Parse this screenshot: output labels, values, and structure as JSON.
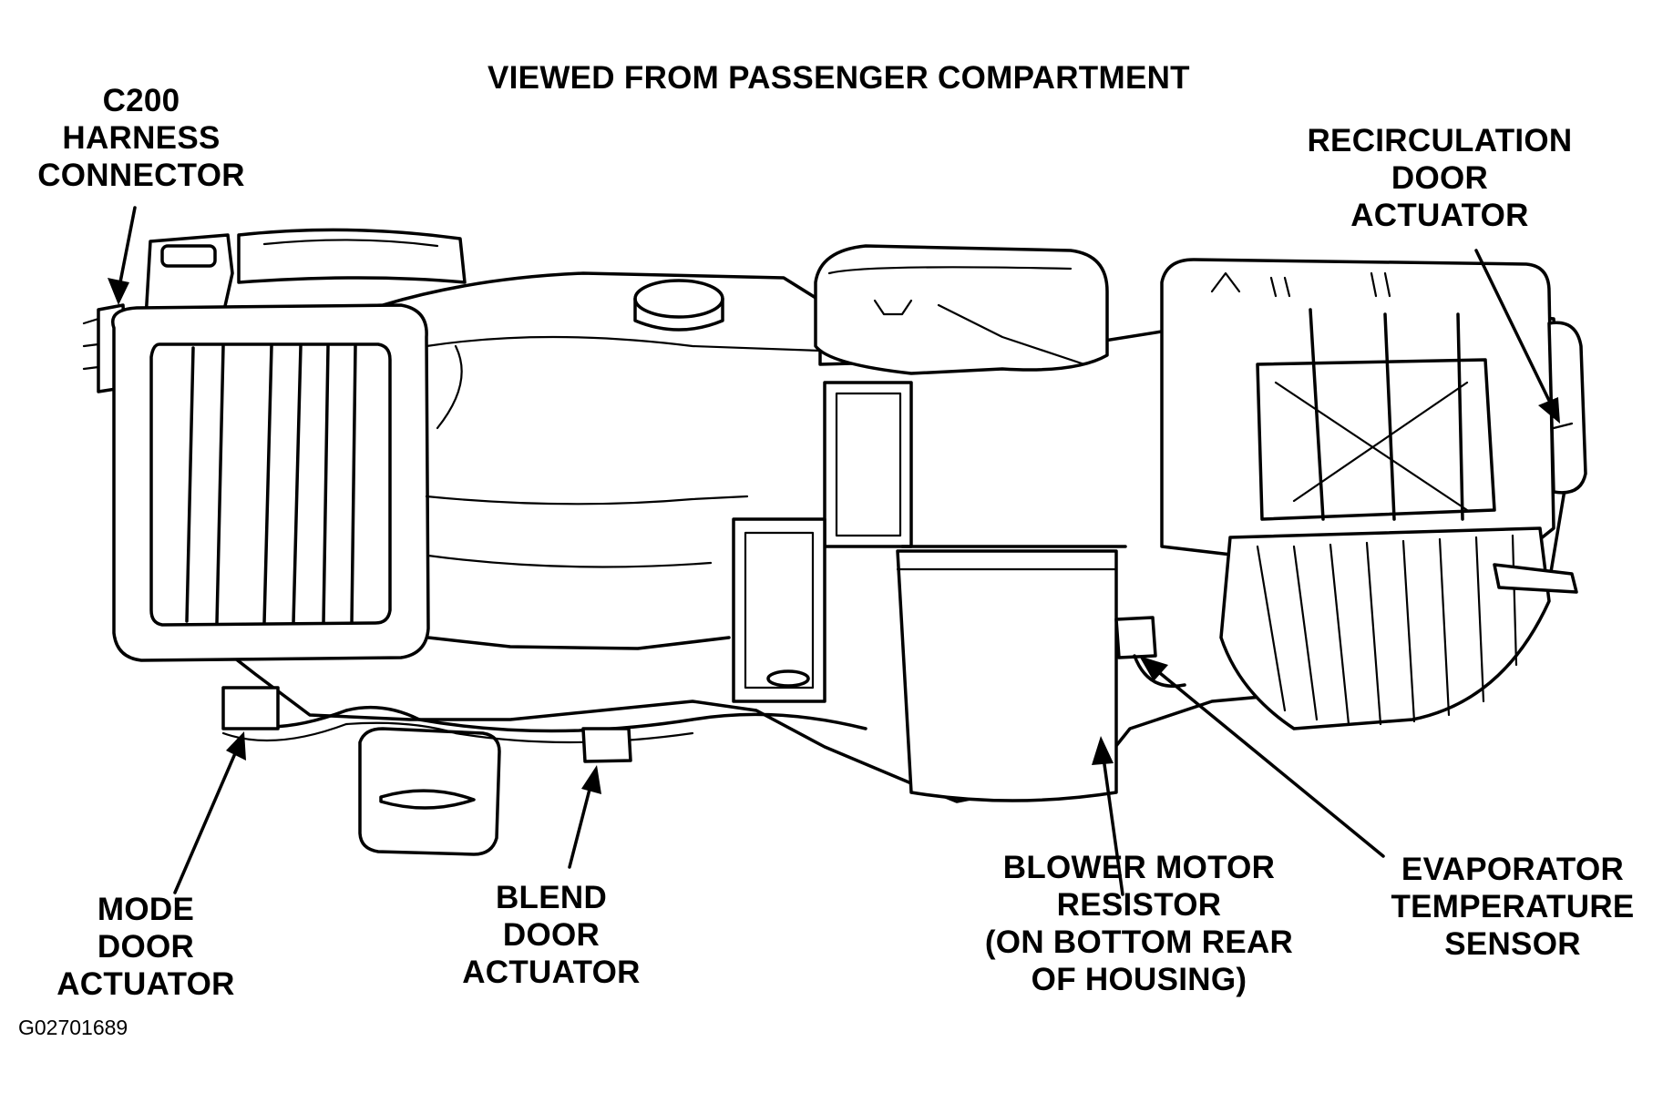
{
  "title": "VIEWED FROM PASSENGER COMPARTMENT",
  "figure_id": "G02701689",
  "labels": {
    "c200": [
      "C200",
      "HARNESS",
      "CONNECTOR"
    ],
    "recirculation": [
      "RECIRCULATION",
      "DOOR",
      "ACTUATOR"
    ],
    "mode": [
      "MODE",
      "DOOR",
      "ACTUATOR"
    ],
    "blend": [
      "BLEND",
      "DOOR",
      "ACTUATOR"
    ],
    "blower": [
      "BLOWER MOTOR",
      "RESISTOR",
      "(ON BOTTOM REAR",
      "OF HOUSING)"
    ],
    "evaporator": [
      "EVAPORATOR",
      "TEMPERATURE",
      "SENSOR"
    ]
  }
}
